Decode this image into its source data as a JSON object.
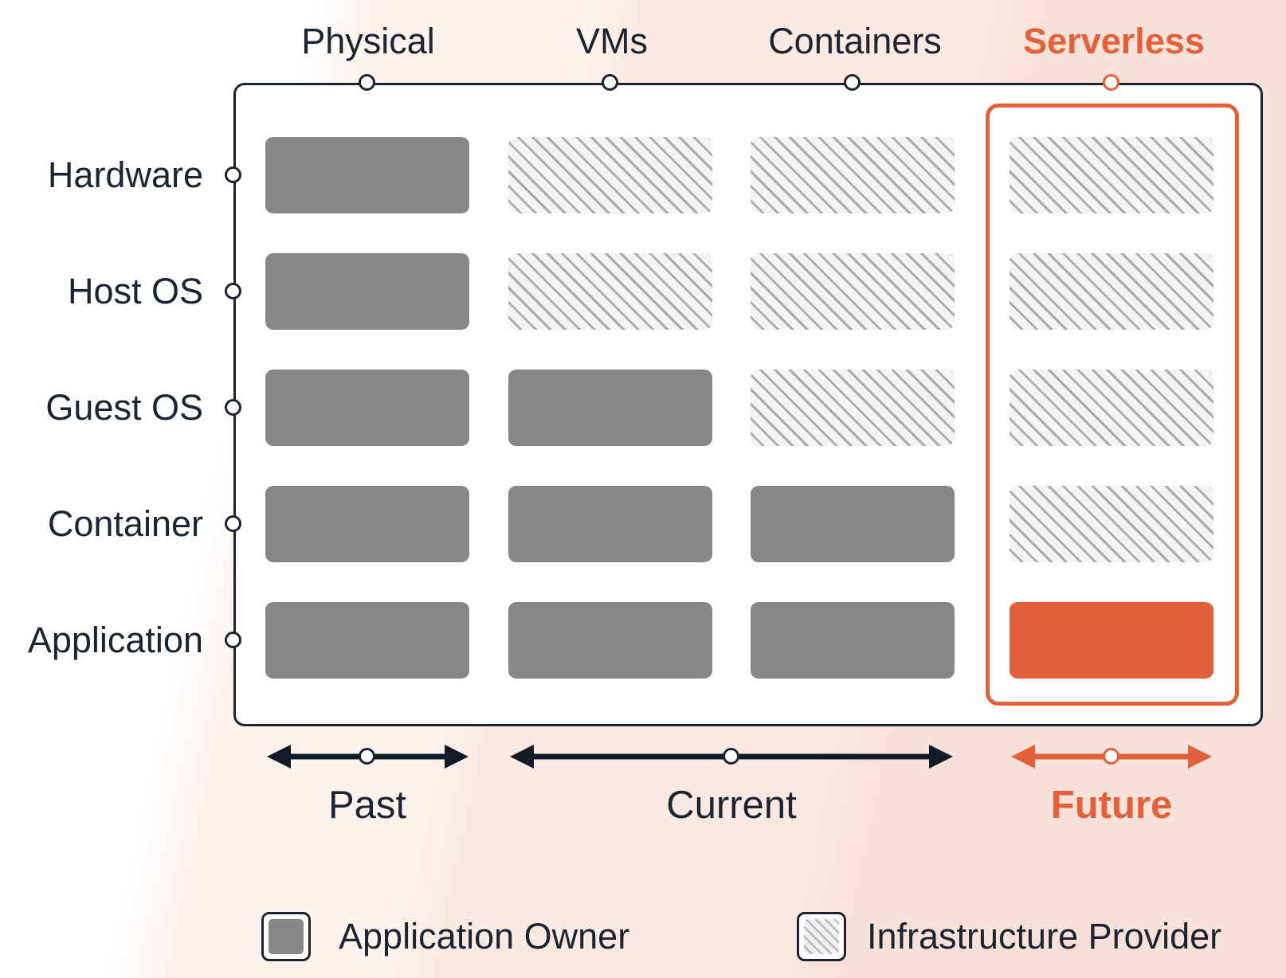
{
  "columns": [
    {
      "id": "physical",
      "label": "Physical",
      "accent": false
    },
    {
      "id": "vms",
      "label": "VMs",
      "accent": false
    },
    {
      "id": "containers",
      "label": "Containers",
      "accent": false
    },
    {
      "id": "serverless",
      "label": "Serverless",
      "accent": true
    }
  ],
  "rows": [
    {
      "id": "hardware",
      "label": "Hardware"
    },
    {
      "id": "host-os",
      "label": "Host OS"
    },
    {
      "id": "guest-os",
      "label": "Guest OS"
    },
    {
      "id": "container",
      "label": "Container"
    },
    {
      "id": "application",
      "label": "Application"
    }
  ],
  "matrix": [
    [
      "owner",
      "provider",
      "provider",
      "provider"
    ],
    [
      "owner",
      "provider",
      "provider",
      "provider"
    ],
    [
      "owner",
      "owner",
      "provider",
      "provider"
    ],
    [
      "owner",
      "owner",
      "owner",
      "provider"
    ],
    [
      "owner",
      "owner",
      "owner",
      "accent"
    ]
  ],
  "timeline": [
    {
      "id": "past",
      "label": "Past",
      "accent": false
    },
    {
      "id": "current",
      "label": "Current",
      "accent": false
    },
    {
      "id": "future",
      "label": "Future",
      "accent": true
    }
  ],
  "legend": [
    {
      "id": "application-owner",
      "label": "Application Owner",
      "swatch": "owner"
    },
    {
      "id": "infrastructure-provider",
      "label": "Infrastructure Provider",
      "swatch": "provider"
    }
  ],
  "colors": {
    "accent": "#E2603A",
    "owner_fill": "#878787",
    "ink": "#1B2430",
    "hatch_bg": "#F4F4F4",
    "hatch_line": "#ABABAB"
  }
}
